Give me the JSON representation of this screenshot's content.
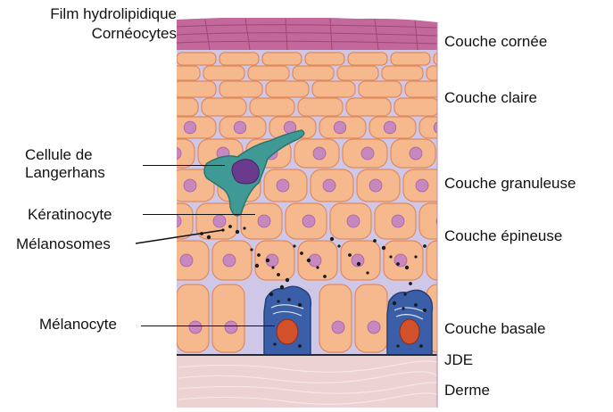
{
  "diagram": {
    "left_labels": {
      "film": "Film hydrolipidique",
      "corneocytes": "Cornéocytes",
      "langerhans_1": "Cellule de",
      "langerhans_2": "Langerhans",
      "keratinocyte": "Kératinocyte",
      "melanosomes": "Mélanosomes",
      "melanocyte": "Mélanocyte"
    },
    "right_labels": {
      "cornee": "Couche cornée",
      "claire": "Couche claire",
      "granuleuse": "Couche granuleuse",
      "epineuse": "Couche épineuse",
      "basale": "Couche basale",
      "jde": "JDE",
      "derme": "Derme"
    },
    "colors": {
      "stratum_corneum": "#c2689a",
      "cell_fill": "#f6b98d",
      "cell_border": "#e0895e",
      "intercellular": "#cfc7e8",
      "nucleus": "#c788c0",
      "langerhans": "#3f9a95",
      "langerhans_nucleus": "#6a3a8c",
      "melanocyte": "#3a5fa8",
      "melanocyte_nucleus": "#d2502a",
      "melanosome": "#1a1a1a",
      "dermis": "#ecd2d2"
    }
  }
}
